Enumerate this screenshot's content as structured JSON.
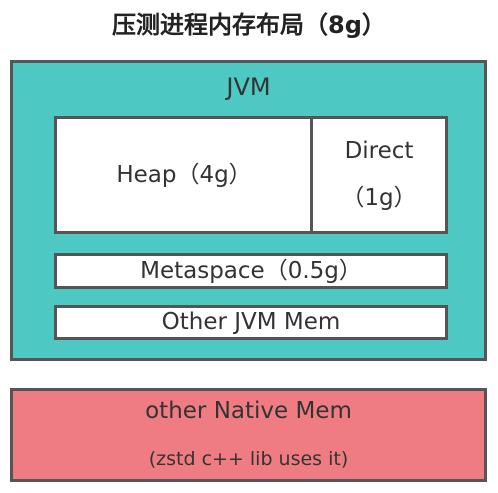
{
  "title": "压测进程内存布局（8g）",
  "jvm": {
    "label": "JVM",
    "heap_label": "Heap（4g）",
    "direct_label_line1": "Direct",
    "direct_label_line2": "（1g）",
    "metaspace_label": "Metaspace（0.5g）",
    "other_jvm_label": "Other JVM Mem"
  },
  "native": {
    "label": "other Native Mem",
    "note": "(zstd c++ lib uses it)"
  },
  "colors": {
    "jvm_fill": "#4ec8c2",
    "native_fill": "#f07c83",
    "border": "#555555"
  }
}
